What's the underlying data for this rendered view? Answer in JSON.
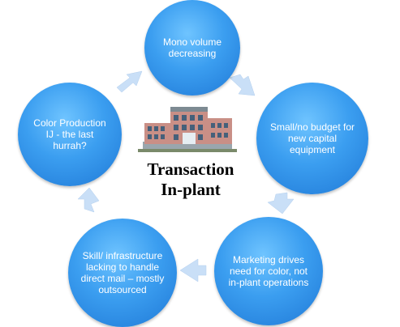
{
  "diagram": {
    "center": {
      "line1": "Transaction",
      "line2": "In-plant",
      "image": "building-icon"
    },
    "nodes": [
      {
        "id": "mono",
        "text": "Mono volume decreasing"
      },
      {
        "id": "budget",
        "text": "Small/no budget for new capital equipment"
      },
      {
        "id": "marketing",
        "text": "Marketing drives need for color, not in-plant operations"
      },
      {
        "id": "skill",
        "text": "Skill/ infrastructure lacking to handle direct mail – mostly outsourced"
      },
      {
        "id": "color",
        "text": "Color Production IJ  - the last hurrah?"
      }
    ],
    "colors": {
      "node_light": "#6fc4ff",
      "node_dark": "#1f78d6",
      "arrow": "#c9dff7"
    }
  }
}
